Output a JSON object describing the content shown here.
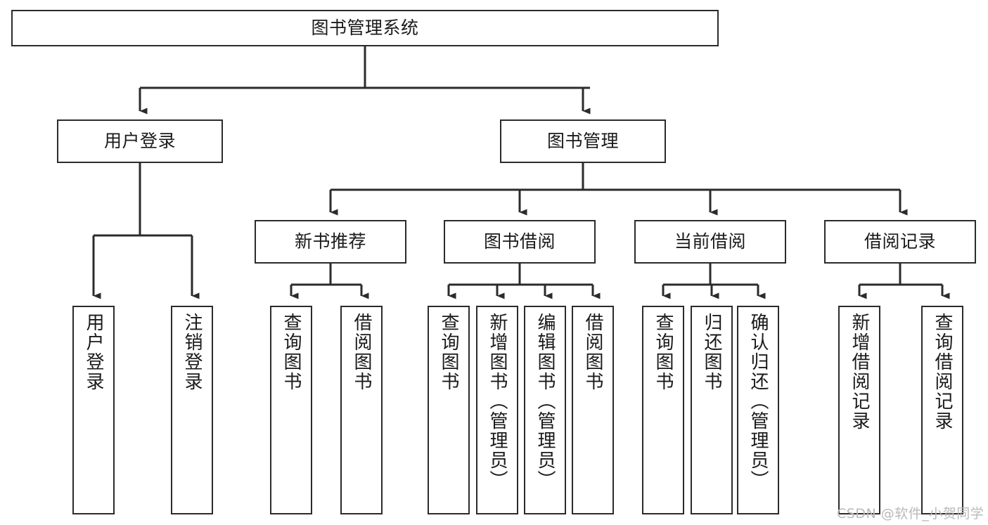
{
  "diagram": {
    "type": "tree",
    "title": "图书管理系统",
    "root": {
      "id": "root",
      "label": "图书管理系统"
    },
    "level2": [
      {
        "id": "user-login",
        "label": "用户登录"
      },
      {
        "id": "book-management",
        "label": "图书管理"
      }
    ],
    "level3": [
      {
        "id": "new-book-recommend",
        "label": "新书推荐"
      },
      {
        "id": "book-borrow",
        "label": "图书借阅"
      },
      {
        "id": "current-borrow",
        "label": "当前借阅"
      },
      {
        "id": "borrow-record",
        "label": "借阅记录"
      }
    ],
    "leaves": {
      "user_login": [
        {
          "id": "leaf-user-login",
          "label": "用户登录"
        },
        {
          "id": "leaf-logout-login",
          "label": "注销登录"
        }
      ],
      "new_book_recommend": [
        {
          "id": "leaf-query-book-1",
          "label": "查询图书"
        },
        {
          "id": "leaf-borrow-book-1",
          "label": "借阅图书"
        }
      ],
      "book_borrow": [
        {
          "id": "leaf-query-book-2",
          "label": "查询图书"
        },
        {
          "id": "leaf-add-book",
          "label": "新增图书（管理员）"
        },
        {
          "id": "leaf-edit-book",
          "label": "编辑图书（管理员）"
        },
        {
          "id": "leaf-borrow-book-2",
          "label": "借阅图书"
        }
      ],
      "current_borrow": [
        {
          "id": "leaf-query-book-3",
          "label": "查询图书"
        },
        {
          "id": "leaf-return-book",
          "label": "归还图书"
        },
        {
          "id": "leaf-confirm-return",
          "label": "确认归还（管理员）"
        }
      ],
      "borrow_record": [
        {
          "id": "leaf-add-record",
          "label": "新增借阅记录"
        },
        {
          "id": "leaf-query-record",
          "label": "查询借阅记录"
        }
      ]
    }
  },
  "colors": {
    "stroke": "#2b2b2b",
    "background": "#ffffff",
    "text": "#1a1a1a",
    "watermark": "#b9b9b9"
  },
  "watermark": {
    "text": "CSDN @软件_小贺同学"
  }
}
